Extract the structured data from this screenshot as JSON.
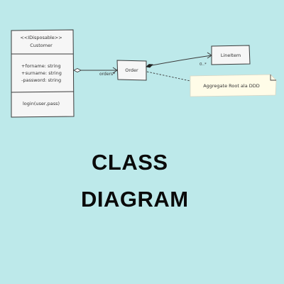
{
  "colors": {
    "background": "#bde9ea",
    "box_fill": "#f6f6f6",
    "box_stroke": "#3a3a3a",
    "note_fill": "#fffce8",
    "text": "#333333",
    "title": "#0a0a0a"
  },
  "classes": {
    "customer": {
      "stereotype": "<<IDisposable>>",
      "name": "Customer",
      "attributes": [
        "+forname: string",
        "+surname: string",
        "-password: string"
      ],
      "methods": [
        "login(user,pass)"
      ]
    },
    "order": {
      "name": "Order"
    },
    "line_item": {
      "name": "LineItem"
    }
  },
  "associations": {
    "customer_order": {
      "role_label": "orders*"
    },
    "order_lineitem": {
      "multiplicity": "0..*"
    }
  },
  "note": {
    "text": "Aggregate Root ala DDD"
  },
  "title": {
    "line1": "CLASS",
    "line2": "DIAGRAM"
  }
}
